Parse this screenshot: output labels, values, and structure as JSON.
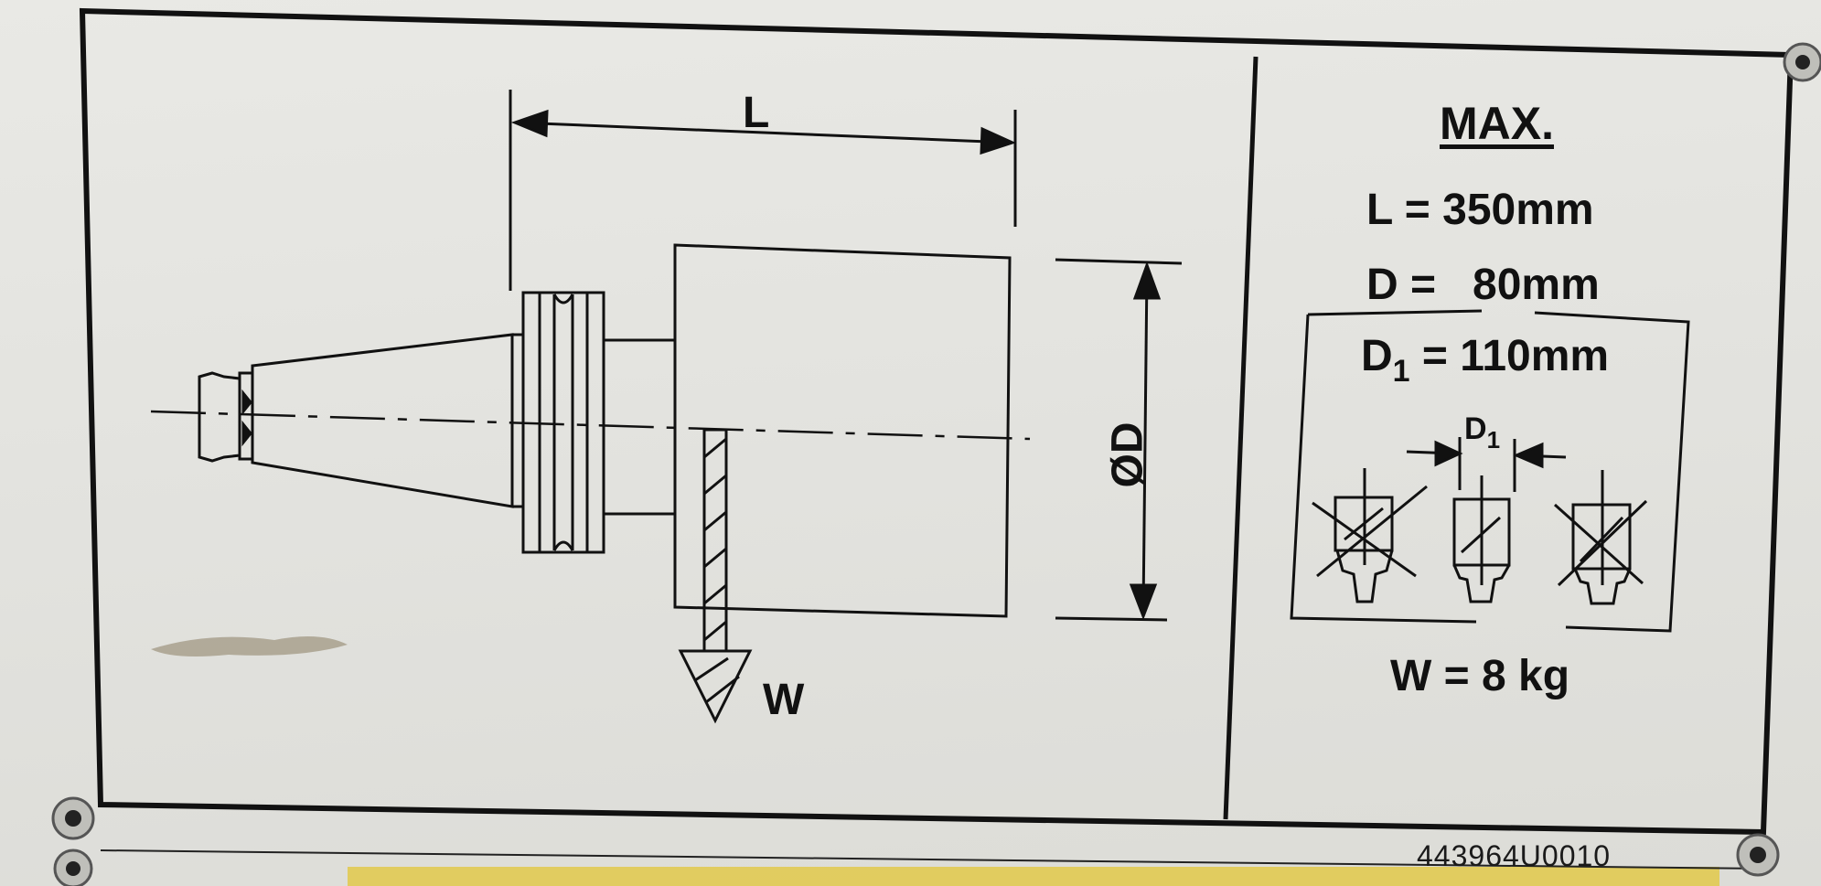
{
  "drawing": {
    "length_label": "L",
    "diameter_label": "ØD",
    "weight_label": "W"
  },
  "specs": {
    "title": "MAX.",
    "length": "L = 350mm",
    "diameter": "D =   80mm",
    "d1_prefix": "D",
    "d1_sub": "1",
    "d1_value": " = 110mm",
    "weight": "W = 8 kg"
  },
  "detail": {
    "d1_label": "D",
    "d1_sub": "1"
  },
  "serial_number": "443964U0010",
  "colors": {
    "plate": "#e3e3df",
    "line": "#111111",
    "marker_yellow": "#e2c94a"
  }
}
